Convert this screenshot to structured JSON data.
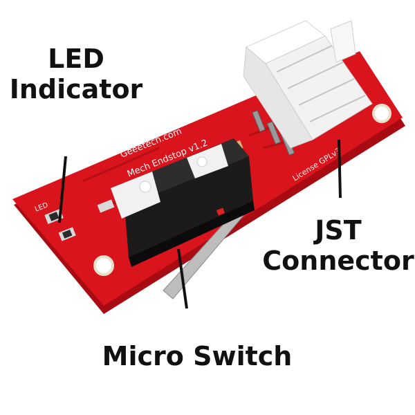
{
  "callouts": {
    "led": [
      "LED",
      "Indicator"
    ],
    "jst": [
      "JST",
      "Connector"
    ],
    "switch": "Micro Switch"
  },
  "board": {
    "silkscreen": {
      "site": "Geeetech.com",
      "model": "Mech Endstop v1.2",
      "license": "License GPLv3",
      "led": "LED"
    },
    "icons": {
      "led": "smd-led-icon",
      "switch": "micro-switch-icon",
      "connector": "jst-connector-icon"
    }
  },
  "colors": {
    "pcb": "#d9141c",
    "pcb_edge": "#a80c12",
    "switch_body": "#1b1b1b",
    "connector": "#f2f2f2",
    "text": "#111111"
  }
}
